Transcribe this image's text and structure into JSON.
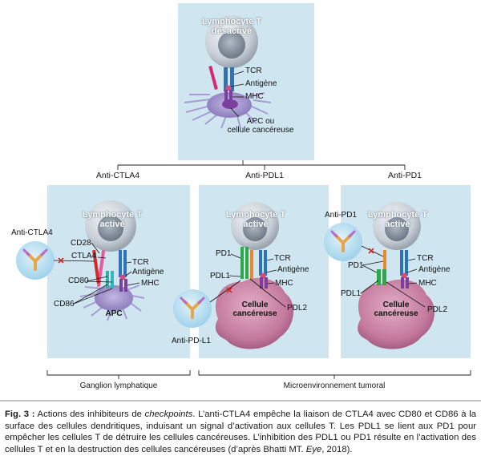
{
  "top": {
    "cell_title": "Lymphocyte T\ndésactivé",
    "labels": {
      "tcr": "TCR",
      "antigen": "Antigène",
      "mhc": "MHC",
      "apc": "APC ou\ncellule cancéreuse"
    }
  },
  "branches": [
    "Anti-CTLA4",
    "Anti-PDL1",
    "Anti-PD1"
  ],
  "left_panel": {
    "cell_title": "Lymphocyte T\nactivé",
    "drug": "Anti-CTLA4",
    "labels": {
      "cd28": "CD28",
      "ctla4": "CTLA4",
      "cd80": "CD80",
      "cd86": "CD86",
      "tcr": "TCR",
      "antigen": "Antigène",
      "mhc": "MHC",
      "apc": "APC"
    }
  },
  "middle_panel": {
    "cell_title": "Lymphocyte T\nactivé",
    "drug": "Anti-PD-L1",
    "labels": {
      "pd1": "PD1",
      "pdl1": "PDL1",
      "tcr": "TCR",
      "antigen": "Antigène",
      "mhc": "MHC",
      "pdl2": "PDL2",
      "cancer": "Cellule\ncancéreuse"
    }
  },
  "right_panel": {
    "cell_title": "Lymphocyte T\nactivé",
    "drug": "Anti-PD1",
    "labels": {
      "pd1": "PD1",
      "pdl1": "PDL1",
      "tcr": "TCR",
      "antigen": "Antigène",
      "mhc": "MHC",
      "pdl2": "PDL2",
      "cancer": "Cellule\ncancéreuse"
    }
  },
  "footers": {
    "lymph": "Ganglion lymphatique",
    "tumor": "Microenvironnement tumoral"
  },
  "caption": {
    "fig": "Fig. 3 :",
    "t1": " Actions des inhibiteurs de ",
    "checkpoints": "checkpoints",
    "t2": ". L’anti-CTLA4 empêche la liaison de CTLA4 avec CD80 et CD86 à la surface des cellules dendritiques, induisant un signal d’activation aux cellules T. Les PDL1 se lient aux PD1 pour empêcher les cellules T de détruire les cellules cancéreuses. L’inhibition des PDL1 ou PD1 résulte en l’activation des cellules T et en la destruction des cellules cancéreuses (d’après Bhatti MT. ",
    "eye": "Eye",
    "t3": ", 2018)."
  },
  "colors": {
    "panel": "#cfe6f1",
    "cell": "#d8dde3",
    "nucleus": "#8d98a4",
    "cancer": "#c98aa8",
    "apc": "#9d8fc4",
    "tcr": "#2e73b8",
    "mhc": "#7b3f9e",
    "antigen": "#d94a7a",
    "red": "#d62828"
  }
}
